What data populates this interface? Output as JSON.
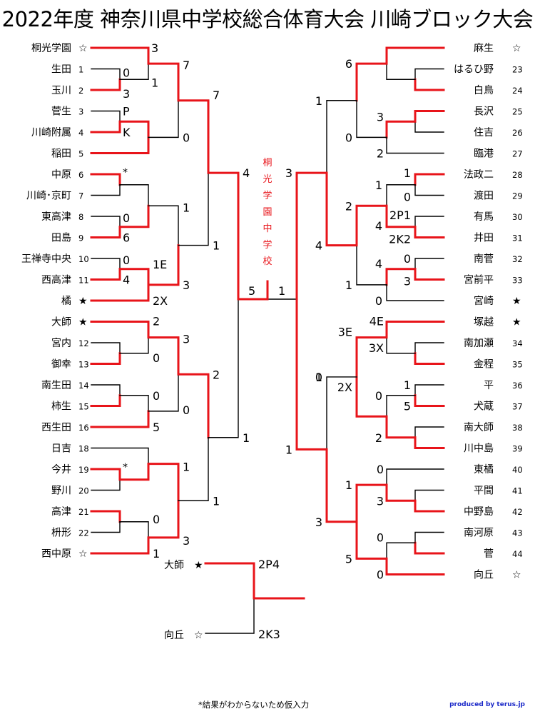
{
  "title": "2022年度 神奈川県中学校総合体育大会 川崎ブロック大会",
  "champion": "桐光学園中学校",
  "left_teams": [
    {
      "name": "桐光学園",
      "seed": "☆"
    },
    {
      "name": "生田",
      "seed": "1"
    },
    {
      "name": "玉川",
      "seed": "2"
    },
    {
      "name": "菅生",
      "seed": "3"
    },
    {
      "name": "川崎附属",
      "seed": "4"
    },
    {
      "name": "稲田",
      "seed": "5"
    },
    {
      "name": "中原",
      "seed": "6"
    },
    {
      "name": "川崎･京町",
      "seed": "7"
    },
    {
      "name": "東高津",
      "seed": "8"
    },
    {
      "name": "田島",
      "seed": "9"
    },
    {
      "name": "王禅寺中央",
      "seed": "10"
    },
    {
      "name": "西高津",
      "seed": "11"
    },
    {
      "name": "橘",
      "seed": "★"
    },
    {
      "name": "大師",
      "seed": "★"
    },
    {
      "name": "宮内",
      "seed": "12"
    },
    {
      "name": "御幸",
      "seed": "13"
    },
    {
      "name": "南生田",
      "seed": "14"
    },
    {
      "name": "柿生",
      "seed": "15"
    },
    {
      "name": "西生田",
      "seed": "16"
    },
    {
      "name": "日吉",
      "seed": "18"
    },
    {
      "name": "今井",
      "seed": "19"
    },
    {
      "name": "野川",
      "seed": "20"
    },
    {
      "name": "高津",
      "seed": "21"
    },
    {
      "name": "枡形",
      "seed": "22"
    },
    {
      "name": "西中原",
      "seed": "☆"
    }
  ],
  "right_teams": [
    {
      "name": "麻生",
      "seed": "☆"
    },
    {
      "name": "はるひ野",
      "seed": "23"
    },
    {
      "name": "白鳥",
      "seed": "24"
    },
    {
      "name": "長沢",
      "seed": "25"
    },
    {
      "name": "住吉",
      "seed": "26"
    },
    {
      "name": "臨港",
      "seed": "27"
    },
    {
      "name": "法政二",
      "seed": "28"
    },
    {
      "name": "渡田",
      "seed": "29"
    },
    {
      "name": "有馬",
      "seed": "30"
    },
    {
      "name": "井田",
      "seed": "31"
    },
    {
      "name": "南菅",
      "seed": "32"
    },
    {
      "name": "宮前平",
      "seed": "33"
    },
    {
      "name": "宮崎",
      "seed": "★"
    },
    {
      "name": "塚越",
      "seed": "★"
    },
    {
      "name": "南加瀬",
      "seed": "34"
    },
    {
      "name": "金程",
      "seed": "35"
    },
    {
      "name": "平",
      "seed": "36"
    },
    {
      "name": "犬蔵",
      "seed": "37"
    },
    {
      "name": "南大師",
      "seed": "38"
    },
    {
      "name": "川中島",
      "seed": "39"
    },
    {
      "name": "東橘",
      "seed": "40"
    },
    {
      "name": "平間",
      "seed": "41"
    },
    {
      "name": "中野島",
      "seed": "42"
    },
    {
      "name": "南河原",
      "seed": "43"
    },
    {
      "name": "菅",
      "seed": "44"
    },
    {
      "name": "向丘",
      "seed": "☆"
    }
  ],
  "third_place": [
    {
      "name": "大師",
      "seed": "★",
      "score": "2P4"
    },
    {
      "name": "向丘",
      "seed": "☆",
      "score": "2K3"
    }
  ],
  "scores": {
    "l_r1_a": "0",
    "l_r1_b": "3",
    "l_r1_c": "P",
    "l_r1_d": "K",
    "l_r1_e": "*",
    "l_r1_f": "0",
    "l_r1_g": "6",
    "l_r1_h": "0",
    "l_r1_i": "4",
    "l_r1_j": "0",
    "l_r1_k": "0",
    "l_r1_l": "5",
    "l_r1_m": "*",
    "l_r1_n": "0",
    "l_r2_a": "3",
    "l_r2_b": "1",
    "l_r2_c": "1",
    "l_r2_d": "1E",
    "l_r2_e": "2X",
    "l_r2_f": "2",
    "l_r2_g": "1",
    "l_r3_a": "7",
    "l_r3_b": "0",
    "l_r3_c": "1",
    "l_r3_d": "3",
    "l_r3_e": "3",
    "l_r3_f": "0",
    "l_r3_g": "1",
    "l_r3_h": "3",
    "l_r4_a": "7",
    "l_r4_b": "1",
    "l_r4_c": "2",
    "l_r4_d": "1",
    "l_r5_a": "4",
    "l_r5_b": "1",
    "final_l": "5",
    "final_r": "1",
    "r_r5_a": "3",
    "r_r5_b": "1",
    "r_r4_a": "1",
    "r_r4_b": "4",
    "r_r4_c": "1",
    "r_r4_d": "3",
    "r_r3_a": "6",
    "r_r3_b": "0",
    "r_r3_c": "2",
    "r_r3_d": "1",
    "r_r3_e": "0",
    "r_r3_f": "2X",
    "r_r3_g": "1",
    "r_r3_h": "5",
    "r_r2_a": "3",
    "r_r2_b": "2",
    "r_r2_c": "1",
    "r_r2_d": "4",
    "r_r2_e": "4",
    "r_r2_f": "0",
    "r_r2_g": "3E",
    "r_r2_h": "3X",
    "r_r2_i": "0",
    "r_r2_j": "2",
    "r_r2_k": "3",
    "r_r2_l": "0",
    "r_r1_a": "1",
    "r_r1_b": "0",
    "r_r1_c": "2P1",
    "r_r1_d": "2K2",
    "r_r1_e": "0",
    "r_r1_f": "3",
    "r_r1_g": "4E",
    "r_r1_h": "1",
    "r_r1_i": "5",
    "r_r1_j": "0",
    "r_r1_k": "0"
  },
  "colors": {
    "winner_line": "#e8141a",
    "loser_line": "#000000",
    "credit": "#1a28c8"
  },
  "footnote": "*結果がわからないため仮入力",
  "credit": "produced by terus.jp"
}
